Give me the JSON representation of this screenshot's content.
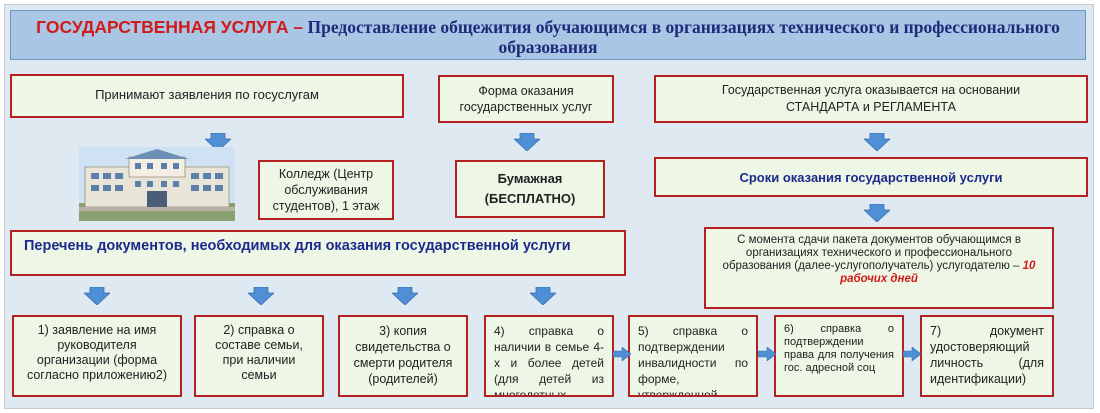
{
  "title": {
    "red_part": "ГОСУДАРСТВЕННАЯ УСЛУГА –",
    "blue_part": "Предоставление общежития обучающимся в организациях технического и профессионального образования"
  },
  "accept": {
    "text": "Принимают заявления по госуслугам"
  },
  "college": {
    "text": "Колледж (Центр обслуживания студентов), 1 этаж"
  },
  "form": {
    "text": "Форма оказания государственных услуг"
  },
  "paper": {
    "line1": "Бумажная",
    "line2": "(БЕСПЛАТНО)"
  },
  "basis": {
    "line1": "Государственная услуга оказывается на основании",
    "line2": "СТАНДАРТА и РЕГЛАМЕНТА"
  },
  "terms": {
    "text": "Сроки оказания государственной услуги"
  },
  "term_detail": {
    "text": "С момента сдачи пакета документов обучающимся в организациях технического и профессионального образования (далее-услугополучатель) услугодателю –",
    "highlight": "10 рабочих дней"
  },
  "docs_header": {
    "text": "Перечень документов, необходимых для оказания государственной услуги"
  },
  "docs": [
    "1) заявление на имя руководителя организации (форма согласно приложению2)",
    "2) справка о составе семьи, при наличии семьи",
    "3) копия свидетельства о смерти родителя (родителей)",
    "4) справка о наличии в семье 4-х и более детей (для детей из многодетных",
    "5) справка о подтверждении инвалидности по форме, утвержденной",
    "6) справка о подтверждении права для получения гос. адресной соц",
    "7) документ удостоверяющий личность (для идентификации)"
  ],
  "colors": {
    "frame_bg": "#dfe9f2",
    "title_bg": "#a9c6e4",
    "box_border": "#b52121",
    "box_bg": "#eef6e6",
    "arrow": "#4f8fd6",
    "accent_red": "#d01b1b",
    "title_blue": "#1f2a7a"
  }
}
